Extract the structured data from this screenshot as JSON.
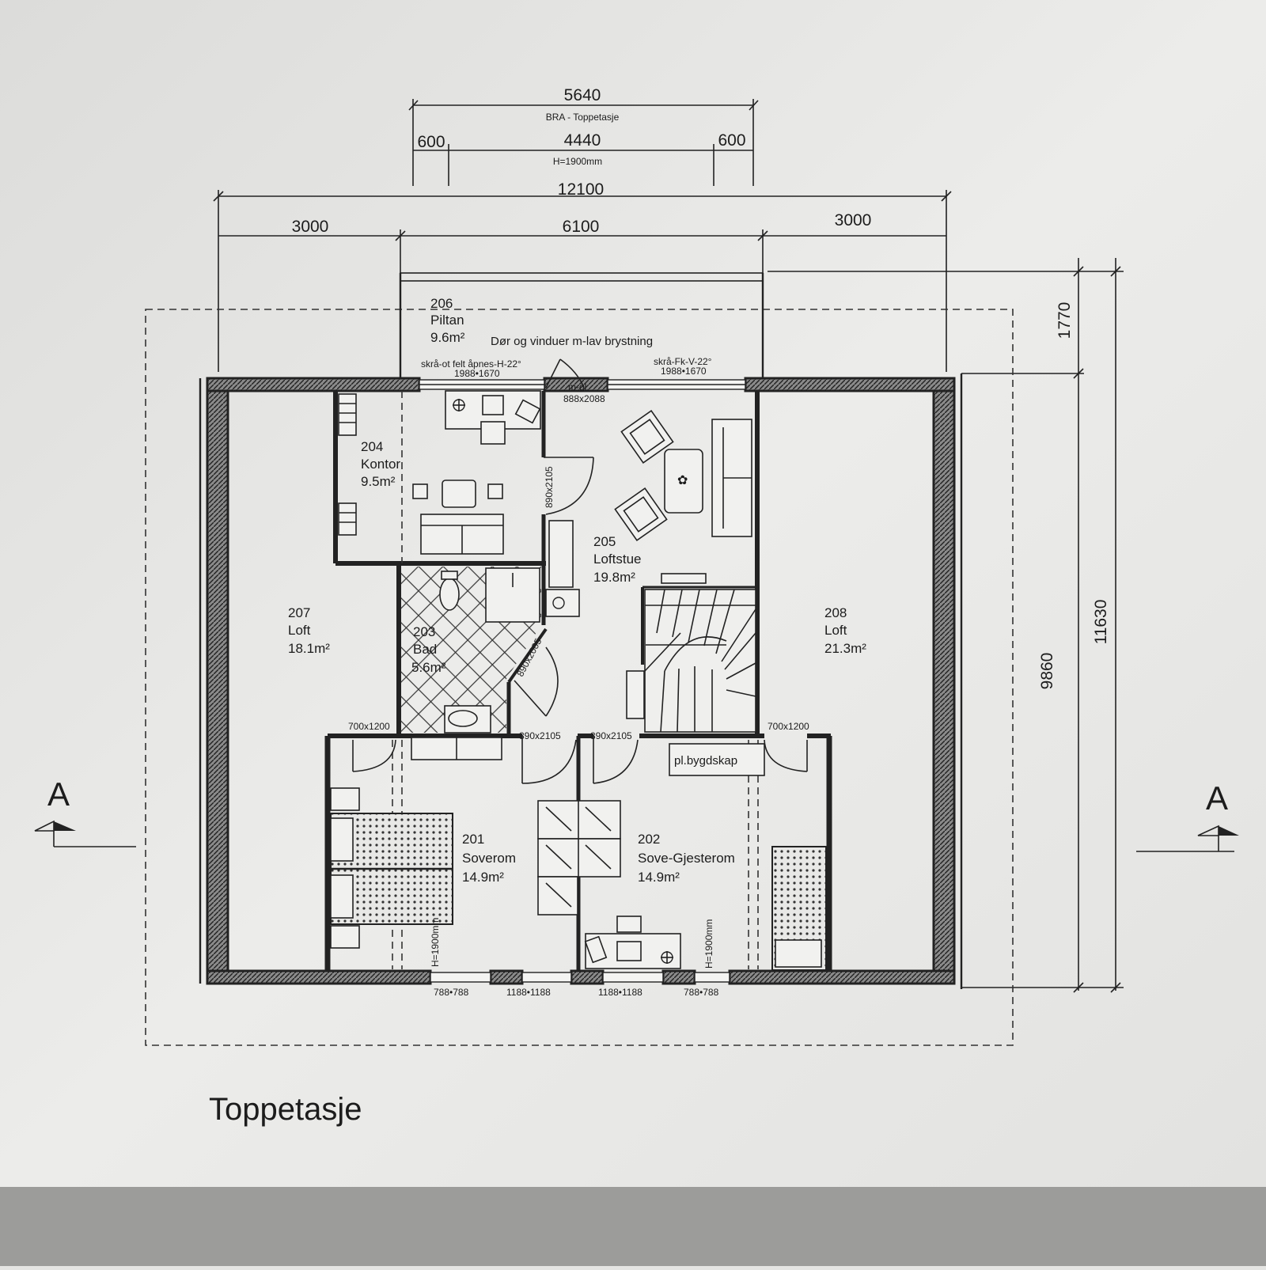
{
  "sheet_title": "Toppetasje",
  "dimensions": {
    "top_total": "5640",
    "top_caption": "BRA - Toppetasje",
    "top_left": "600",
    "top_mid": "4440",
    "top_right": "600",
    "top_mid_caption": "H=1900mm",
    "overall_width": "12100",
    "left_span": "3000",
    "center_span": "6100",
    "right_span": "3000",
    "balcony_depth": "1770",
    "inner_depth": "9860",
    "outer_depth": "11630"
  },
  "rooms": {
    "r206": {
      "number": "206",
      "name": "Piltan",
      "area": "9.6m²"
    },
    "r204": {
      "number": "204",
      "name": "Kontor",
      "area": "9.5m²"
    },
    "r205": {
      "number": "205",
      "name": "Loftstue",
      "area": "19.8m²"
    },
    "r203": {
      "number": "203",
      "name": "Bad",
      "area": "5.6m²"
    },
    "r207": {
      "number": "207",
      "name": "Loft",
      "area": "18.1m²"
    },
    "r208": {
      "number": "208",
      "name": "Loft",
      "area": "21.3m²"
    },
    "r201": {
      "number": "201",
      "name": "Soverom",
      "area": "14.9m²"
    },
    "r202": {
      "number": "202",
      "name": "Sove-Gjesterom",
      "area": "14.9m²"
    }
  },
  "notes": {
    "door_window": "Dør og vinduer m-lav brystning",
    "window_left": "skrå-ot felt åpnes-H-22°",
    "window_left_size": "1988•1670",
    "window_right": "skrå-Fk-V-22°",
    "window_right_size": "1988•1670",
    "door_main": "m-gl.",
    "door_main_size": "888x2088",
    "door_kontor": "890x2105",
    "door_bad": "890x2005",
    "door_201": "890x2105",
    "door_202": "890x2105",
    "opening_left": "700x1200",
    "opening_right": "700x1200",
    "closet": "pl.bygdskap",
    "height_201": "H=1900mm",
    "height_202": "H=1900mm",
    "win_b1": "788•788",
    "win_b2": "1188•1188",
    "win_b3": "1188•1188",
    "win_b4": "788•788"
  },
  "section_marker": {
    "left": "A",
    "right": "A"
  }
}
